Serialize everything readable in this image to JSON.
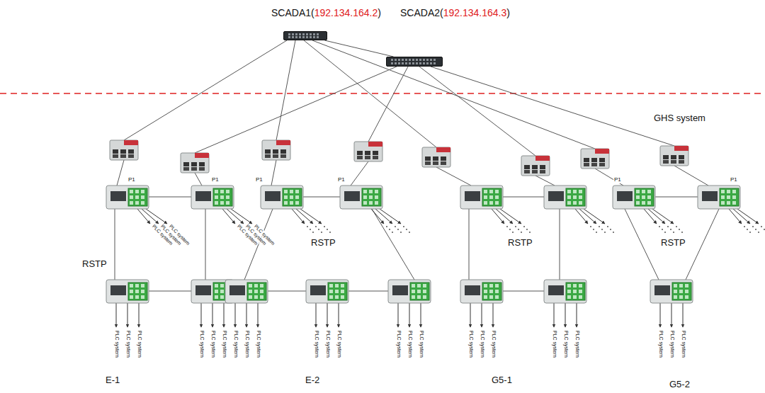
{
  "diagram": {
    "nodes": [
      {
        "text": [
          "SCADA1(",
          "192.134.164.2",
          ")"
        ]
      },
      {
        "text": [
          "SCADA2(",
          "192.134.164.3",
          ")"
        ]
      }
    ],
    "edges": [
      {
        "from": 0,
        "to": 1,
        "arrow": "none"
      }
    ],
    "labels": [
      "GHS system",
      "P1",
      "P1",
      "P1",
      "P1",
      "P1",
      "P1",
      "RSTP",
      "RSTP",
      "RSTP",
      "RSTP",
      "PLC system",
      "PLC system",
      "PLC system",
      "PLC system",
      "PLC system",
      "PLC system",
      "PLC system",
      "PLC system",
      "PLC system",
      "PLC system",
      "PLC system",
      "PLC system",
      "PLC system",
      "PLC system",
      "PLC system",
      "PLC system",
      "PLC system",
      "PLC system",
      "PLC system",
      "PLC system",
      "PLC system",
      "PLC system",
      "PLC system",
      "PLC system",
      "PLC system",
      "PLC system",
      "PLC system",
      "PLC system",
      "PLC system",
      "PLC system",
      "E-1",
      "E-2",
      "G5-1",
      "G5-2"
    ]
  }
}
